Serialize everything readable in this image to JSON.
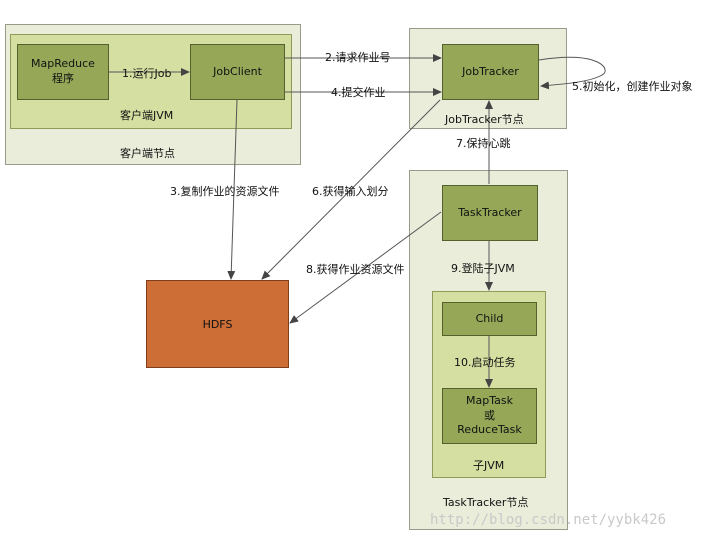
{
  "nodes": {
    "client_node_label": "客户端节点",
    "client_jvm_label": "客户端JVM",
    "mapreduce_program": [
      "MapReduce",
      "程序"
    ],
    "jobclient": "JobClient",
    "jobtracker": "JobTracker",
    "jobtracker_node_label": "JobTracker节点",
    "tasktracker": "TaskTracker",
    "tasktracker_node_label": "TaskTracker节点",
    "child": "Child",
    "child_jvm_label": "子JVM",
    "maptask": [
      "MapTask",
      "或",
      "ReduceTask"
    ],
    "hdfs": "HDFS"
  },
  "edges": {
    "e1": "1.运行Job",
    "e2": "2.请求作业号",
    "e3": "3.复制作业的资源文件",
    "e4": "4.提交作业",
    "e5": "5.初始化，创建作业对象",
    "e6": "6.获得输入划分",
    "e7": "7.保持心跳",
    "e8": "8.获得作业资源文件",
    "e9": "9.登陆子JVM",
    "e10": "10.启动任务"
  },
  "watermark": "http://blog.csdn.net/yybk426",
  "colors": {
    "node_fill": "#96a858",
    "jvm_fill": "#d4dfa1",
    "outer_fill": "#eaedda",
    "hdfs_fill": "#cd6e37"
  }
}
